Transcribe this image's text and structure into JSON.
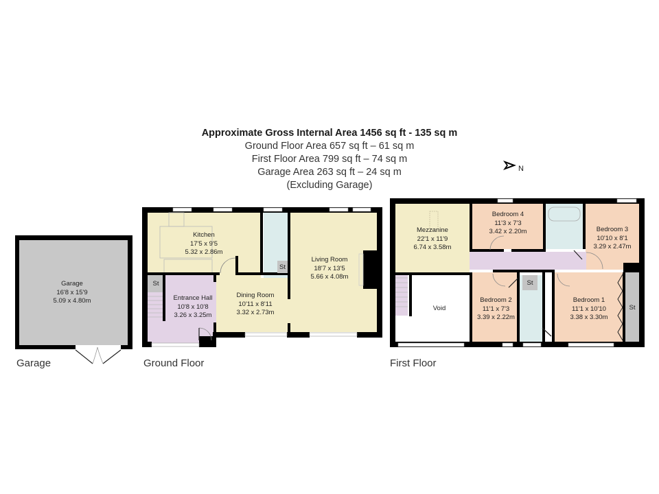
{
  "header": {
    "title": "Approximate Gross Internal Area 1456 sq ft - 135 sq m",
    "ground_floor_area": "Ground Floor Area 657 sq ft – 61 sq m",
    "first_floor_area": "First Floor Area 799 sq ft – 74 sq m",
    "garage_area": "Garage Area 263 sq ft – 24 sq m",
    "note": "(Excluding Garage)"
  },
  "compass": {
    "label": "N",
    "icon": "north-arrow-icon"
  },
  "floors": {
    "garage": {
      "label": "Garage",
      "rooms": [
        {
          "name": "Garage",
          "imperial": "16'8 x 15'9",
          "metric": "5.09 x 4.80m"
        }
      ]
    },
    "ground": {
      "label": "Ground Floor",
      "rooms": [
        {
          "name": "Kitchen",
          "imperial": "17'5 x 9'5",
          "metric": "5.32 x 2.86m"
        },
        {
          "name": "Living Room",
          "imperial": "18'7 x 13'5",
          "metric": "5.66 x 4.08m"
        },
        {
          "name": "Entrance Hall",
          "imperial": "10'8 x 10'8",
          "metric": "3.26 x 3.25m"
        },
        {
          "name": "Dining Room",
          "imperial": "10'11 x 8'11",
          "metric": "3.32 x 2.73m"
        }
      ],
      "storage": [
        "St",
        "St"
      ]
    },
    "first": {
      "label": "First Floor",
      "rooms": [
        {
          "name": "Mezzanine",
          "imperial": "22'1 x 11'9",
          "metric": "6.74 x 3.58m"
        },
        {
          "name": "Bedroom 4",
          "imperial": "11'3 x 7'3",
          "metric": "3.42 x 2.20m"
        },
        {
          "name": "Bedroom 3",
          "imperial": "10'10 x 8'1",
          "metric": "3.29 x 2.47m"
        },
        {
          "name": "Bedroom 2",
          "imperial": "11'1 x 7'3",
          "metric": "3.39 x 2.22m"
        },
        {
          "name": "Bedroom 1",
          "imperial": "11'1 x 10'10",
          "metric": "3.38 x 3.30m"
        },
        {
          "name": "Void"
        }
      ],
      "storage": [
        "St",
        "St"
      ]
    }
  },
  "colors": {
    "wall": "#000000",
    "garage_fill": "#c8c8c8",
    "living_fill": "#f3edc8",
    "hall_fill": "#e3d3e6",
    "bath_fill": "#dcecec",
    "bedroom_fill": "#f6d6bd",
    "storage_fill": "#c4c4c4",
    "void_fill": "#ffffff"
  }
}
